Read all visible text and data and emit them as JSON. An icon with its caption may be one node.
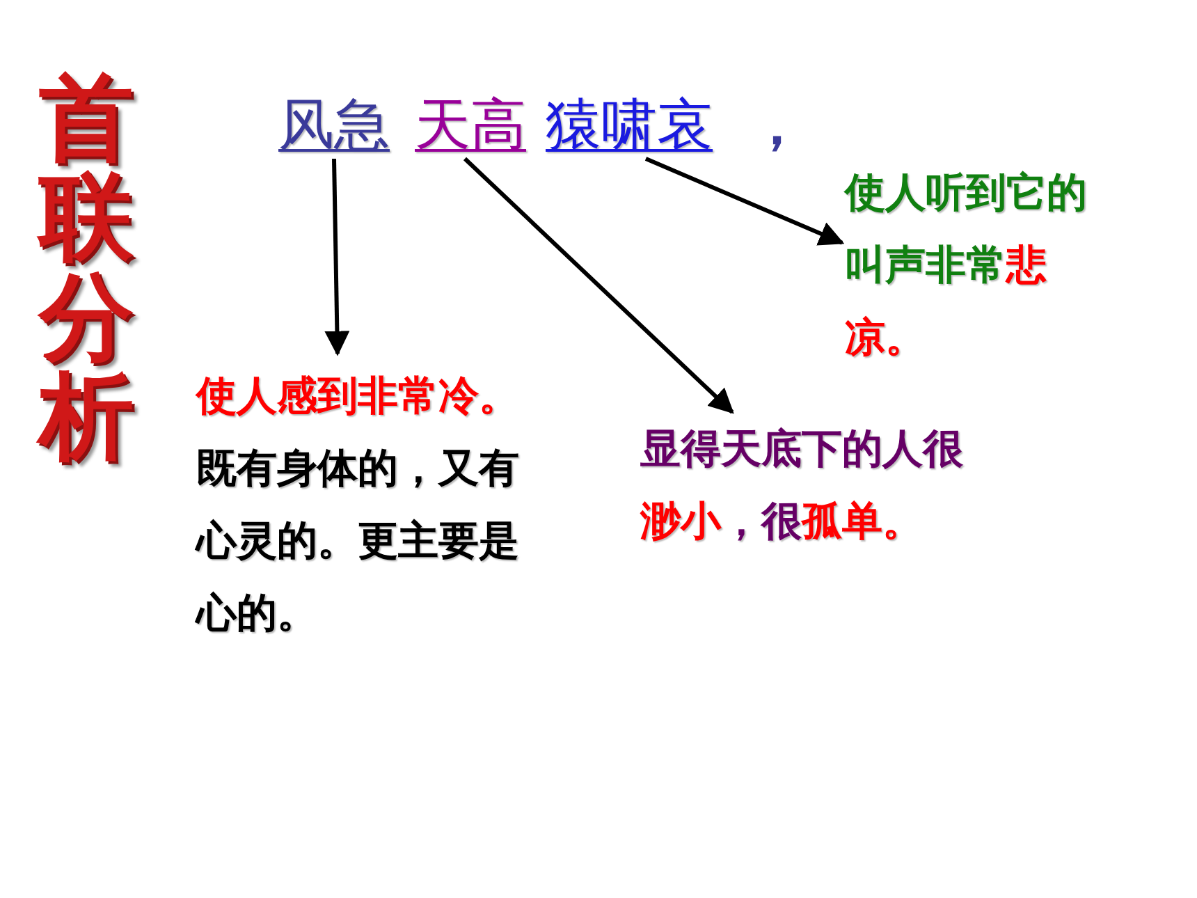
{
  "diagram": {
    "title": "首联分析",
    "nodes": [
      {
        "text": [
          "风急"
        ]
      },
      {
        "text": [
          "天高"
        ]
      },
      {
        "text": [
          "猿啸哀"
        ]
      },
      {
        "text": [
          "使人听到它的叫声非常",
          "悲凉。"
        ]
      },
      {
        "text": [
          "使人感到非常冷。",
          "既有身体的，又有心灵的。更主要是心的。"
        ]
      },
      {
        "text": [
          "显得天底下的人很",
          "渺小",
          "，很",
          "孤单。"
        ]
      }
    ],
    "edges": [
      {
        "from": 0,
        "to": 4,
        "arrow": "to"
      },
      {
        "from": 1,
        "to": 5,
        "arrow": "to"
      },
      {
        "from": 2,
        "to": 3,
        "arrow": "to"
      }
    ],
    "labels": [
      "，"
    ]
  }
}
